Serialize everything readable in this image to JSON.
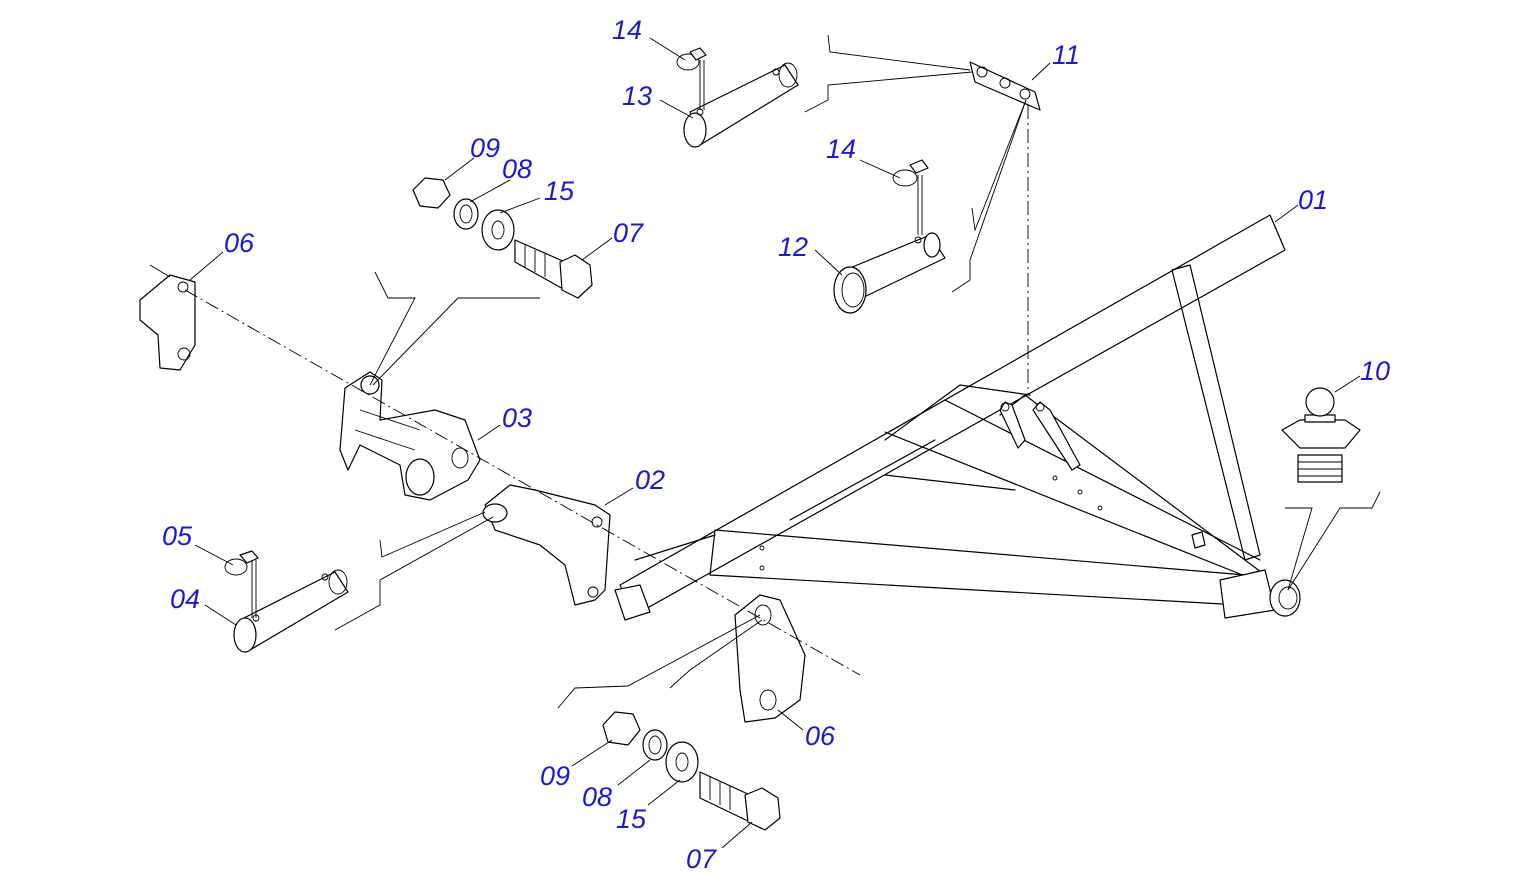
{
  "colors": {
    "line": "#000000",
    "label": "#1a1ad6",
    "background": "#ffffff"
  },
  "callouts": {
    "main_frame": "01",
    "link_02": "02",
    "link_03": "03",
    "pin_04": "04",
    "clip_05": "05",
    "bracket_06_top": "06",
    "bracket_06_bottom": "06",
    "bolt_07_top": "07",
    "bolt_07_bottom": "07",
    "washer_08_top": "08",
    "washer_08_bottom": "08",
    "nut_09_top": "09",
    "nut_09_bottom": "09",
    "grease_10": "10",
    "plate_11": "11",
    "pin_12": "12",
    "pin_13": "13",
    "clip_14_top": "14",
    "clip_14_mid": "14",
    "washer_15_top": "15",
    "washer_15_bottom": "15"
  }
}
